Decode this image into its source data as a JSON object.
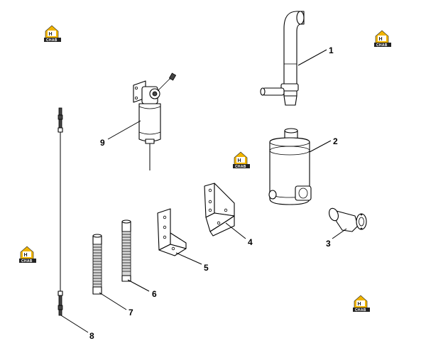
{
  "watermark": {
    "initials": "H",
    "brand": "CHAB",
    "color_primary": "#f0b400",
    "color_dark": "#222222"
  },
  "callouts": [
    "1",
    "2",
    "3",
    "4",
    "5",
    "6",
    "7",
    "8",
    "9"
  ]
}
